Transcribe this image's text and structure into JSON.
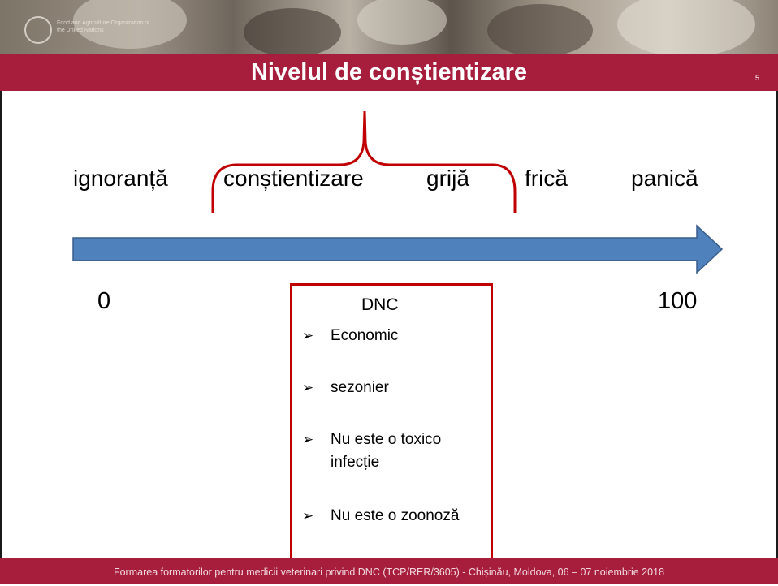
{
  "header": {
    "logo_text": "Food and Agriculture Organization of the United Nations",
    "title": "Nivelul de conștientizare",
    "slide_number": "5"
  },
  "scale": {
    "levels": [
      "ignoranță",
      "conștientizare",
      "grijă",
      "frică",
      "panică"
    ],
    "min_label": "0",
    "max_label": "100"
  },
  "dnc_box": {
    "title": "DNC",
    "bullets": [
      "Economic",
      "sezonier",
      "Nu este o toxico infecție",
      "Nu este o zoonoză"
    ],
    "bullet_marker": "➢"
  },
  "footer": {
    "text": "Formarea formatorilor pentru medicii veterinari privind DNC (TCP/RER/3605) - Chișinău, Moldova, 06 – 07 noiembrie 2018"
  },
  "colors": {
    "accent": "#a61e3c",
    "arrow_fill": "#4f81bd",
    "arrow_stroke": "#385d8a",
    "brace": "#c00000"
  }
}
